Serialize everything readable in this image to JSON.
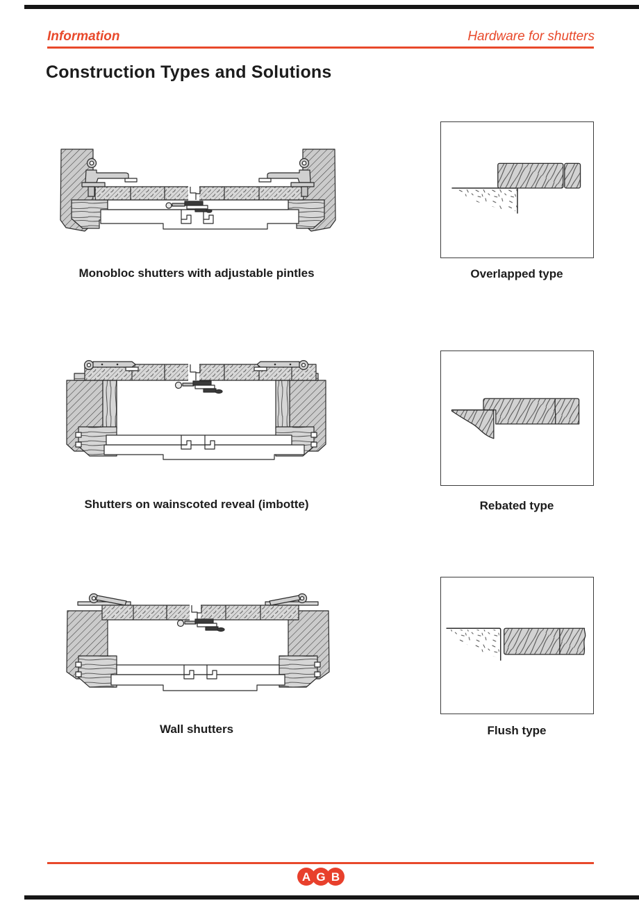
{
  "header": {
    "section": "Information",
    "doc_title": "Hardware for shutters"
  },
  "heading": "Construction Types and Solutions",
  "figures": [
    {
      "id": "monobloc",
      "caption": "Monobloc shutters with adjustable pintles"
    },
    {
      "id": "wainscoted",
      "caption": "Shutters on wainscoted reveal (imbotte)"
    },
    {
      "id": "wall",
      "caption": "Wall shutters"
    }
  ],
  "types": [
    {
      "id": "overlapped",
      "caption": "Overlapped type"
    },
    {
      "id": "rebated",
      "caption": "Rebated type"
    },
    {
      "id": "flush",
      "caption": "Flush type"
    }
  ],
  "logo": {
    "letters": [
      "A",
      "G",
      "B"
    ]
  },
  "colors": {
    "accent": "#E8492B",
    "ink": "#1C1C1C",
    "wood_fill": "#D4D4D4",
    "outline": "#2B2B2B"
  }
}
